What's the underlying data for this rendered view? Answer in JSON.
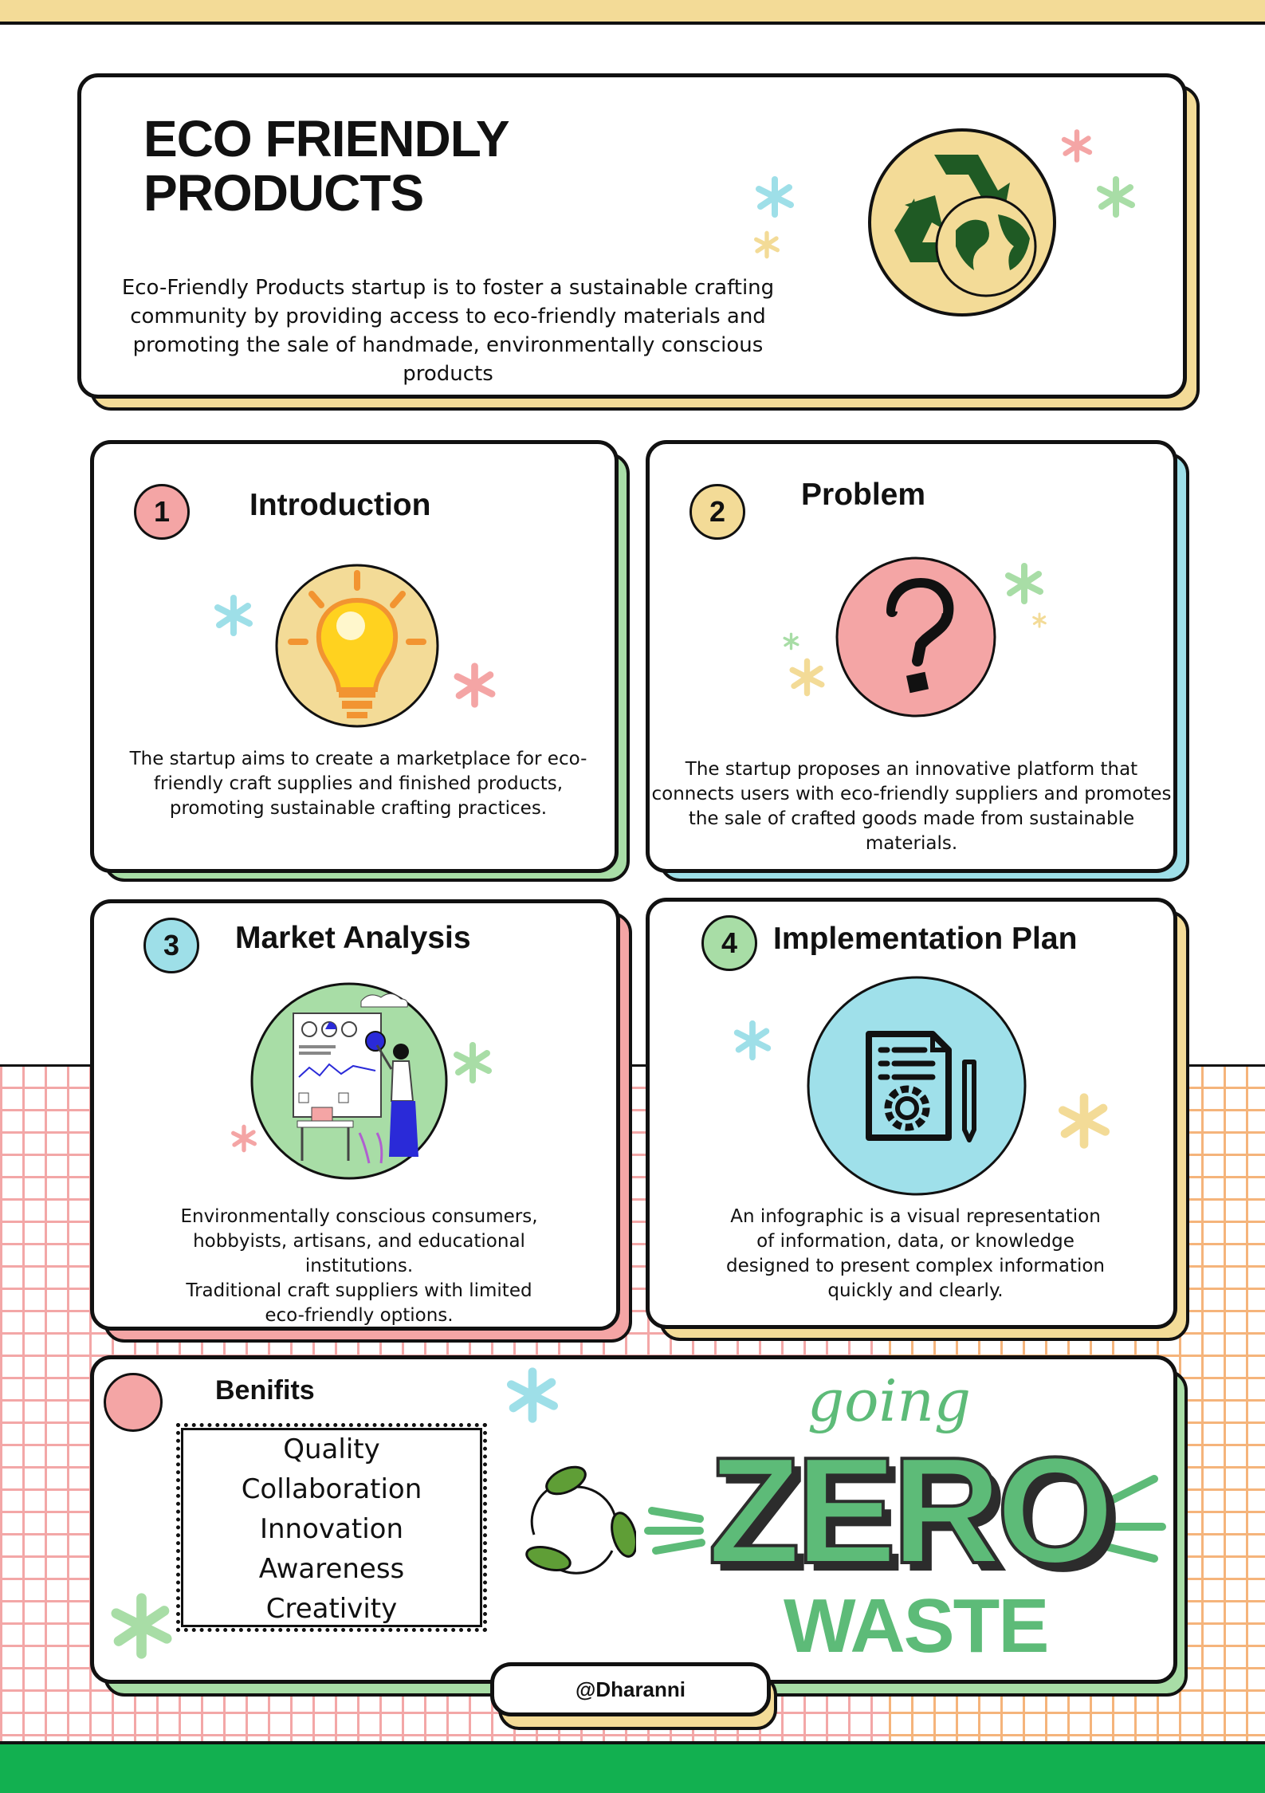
{
  "header": {
    "title_line1": "ECO FRIENDLY",
    "title_line2": "PRODUCTS",
    "description_lines": [
      "Eco-Friendly Products  startup is to foster a sustainable crafting",
      "community by providing access to eco-friendly materials and",
      "promoting the sale of handmade, environmentally conscious products"
    ]
  },
  "sections": [
    {
      "number": "1",
      "title": "Introduction",
      "icon": "lightbulb-icon",
      "number_color": "#f4a5a5",
      "shadow_color": "#a8dda6",
      "text_lines": [
        "The startup aims to create a marketplace for eco-",
        "friendly craft supplies and finished products,",
        "promoting sustainable crafting practices."
      ]
    },
    {
      "number": "2",
      "title": "Problem",
      "icon": "question-mark-icon",
      "number_color": "#f3db97",
      "shadow_color": "#9edfe8",
      "text_lines": [
        "The startup proposes an innovative platform that",
        "connects users with eco-friendly suppliers and promotes",
        "the sale of crafted goods made from sustainable",
        "materials."
      ]
    },
    {
      "number": "3",
      "title": "Market Analysis",
      "icon": "presentation-illustration-icon",
      "number_color": "#9edfe8",
      "shadow_color": "#f4a5a5",
      "text_lines": [
        "Environmentally conscious consumers,",
        "hobbyists, artisans, and educational",
        "institutions.",
        "Traditional craft suppliers with limited",
        "eco-friendly options."
      ]
    },
    {
      "number": "4",
      "title": "Implementation Plan",
      "icon": "document-gear-icon",
      "number_color": "#a8dda6",
      "shadow_color": "#f3db97",
      "text_lines": [
        "An infographic is a visual representation",
        "of information, data, or knowledge",
        "designed to present complex information",
        "quickly and clearly."
      ]
    }
  ],
  "benefits": {
    "title": "Benifits",
    "items": [
      "Quality",
      "Collaboration",
      "Innovation",
      "Awareness",
      "Creativity"
    ]
  },
  "zero_waste": {
    "word1": "going",
    "word2": "ZERO",
    "word3": "WASTE"
  },
  "footer": {
    "handle": "@Dharanni"
  },
  "colors": {
    "yellow": "#f3db97",
    "green": "#a8dda6",
    "blue": "#9edfe8",
    "pink": "#f4a5a5",
    "bottom_band": "#12b050",
    "zero_green": "#5dbb78"
  }
}
